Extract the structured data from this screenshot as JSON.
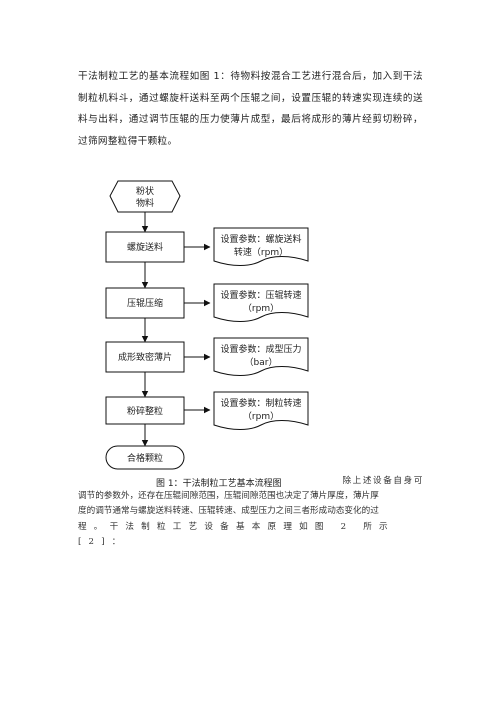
{
  "intro": {
    "text": "干法制粒工艺的基本流程如图 1：待物料按混合工艺进行混合后，加入到干法制粒机料斗，通过螺旋杆送料至两个压辊之间，设置压辊的转速实现连续的送料与出料，通过调节压辊的压力使薄片成型，最后将成形的薄片经剪切粉碎，过筛网整粒得干颗粒。"
  },
  "flowchart": {
    "start": [
      "粉状",
      "物料"
    ],
    "steps": [
      "螺旋送料",
      "压辊压缩",
      "成形致密薄片",
      "粉碎整粒"
    ],
    "end": "合格颗粒",
    "notes": [
      [
        "设置参数：螺旋送料",
        "转速（rpm）"
      ],
      [
        "设置参数：压辊转速",
        "（rpm）"
      ],
      [
        "设置参数：成型压力",
        "（bar）"
      ],
      [
        "设置参数：制粒转速",
        "（rpm）"
      ]
    ],
    "caption": "图 1：干法制粒工艺基本流程图"
  },
  "body": {
    "line1": "除上述设备自身可",
    "line2": "调节的参数外，还存在压辊间隙范围，压辊间隙范围也决定了薄片厚度，薄片厚",
    "line3": "度的调节通常与螺旋送料转速、压辊转速、成型压力之间三者形成动态变化的过",
    "line4": "程。干法制粒工艺设备基本原理如图 2 所示[2]："
  }
}
